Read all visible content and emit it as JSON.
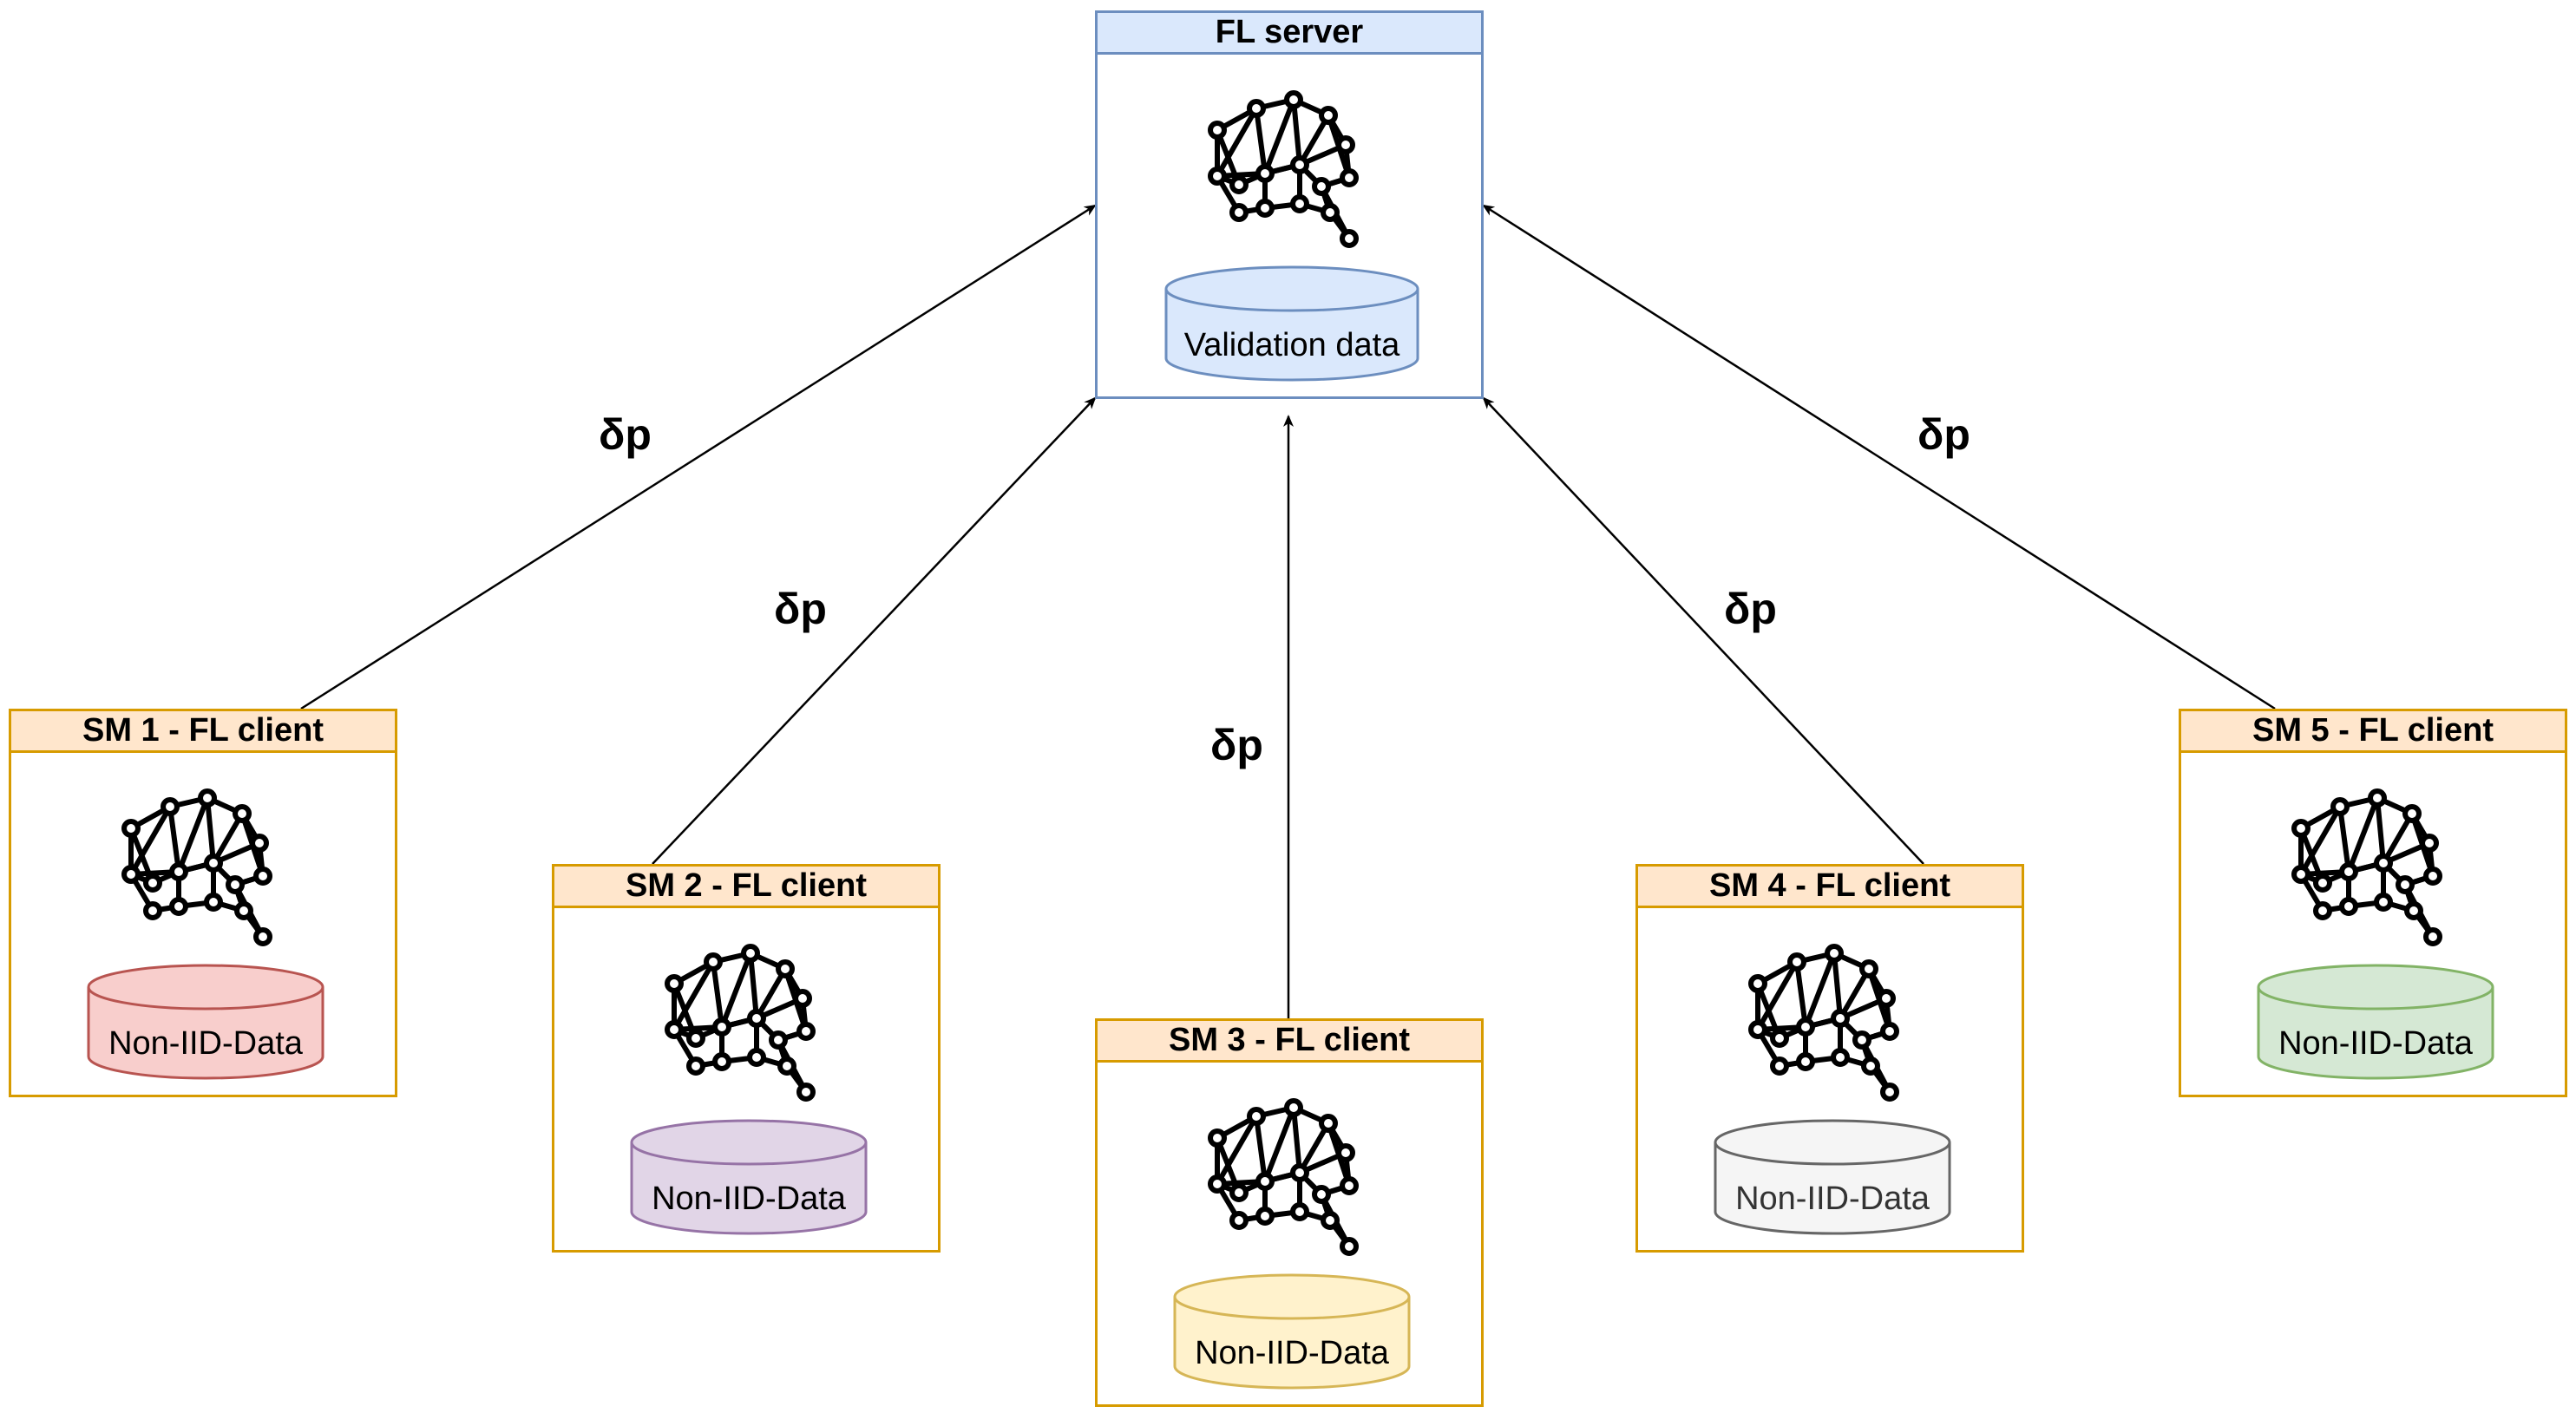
{
  "server": {
    "title": "FL server",
    "db_label": "Validation data",
    "db_fill": "#dae8fc",
    "db_stroke": "#6c8ebf"
  },
  "clients": [
    {
      "title": "SM 1 - FL client",
      "db_label": "Non-IID-Data",
      "db_fill": "#f8cecc",
      "db_stroke": "#b85450"
    },
    {
      "title": "SM 2 - FL client",
      "db_label": "Non-IID-Data",
      "db_fill": "#e1d5e7",
      "db_stroke": "#9673a6"
    },
    {
      "title": "SM 3 - FL client",
      "db_label": "Non-IID-Data",
      "db_fill": "#fff2cc",
      "db_stroke": "#d6b656"
    },
    {
      "title": "SM 4 - FL client",
      "db_label": "Non-IID-Data",
      "db_fill": "#f5f5f5",
      "db_stroke": "#666666"
    },
    {
      "title": "SM 5 - FL client",
      "db_label": "Non-IID-Data",
      "db_fill": "#d5e8d4",
      "db_stroke": "#82b366"
    }
  ],
  "edges": [
    {
      "label": "δp"
    },
    {
      "label": "δp"
    },
    {
      "label": "δp"
    },
    {
      "label": "δp"
    },
    {
      "label": "δp"
    }
  ],
  "icons": {
    "model": "brain-network-icon",
    "database": "database-cylinder-icon"
  }
}
